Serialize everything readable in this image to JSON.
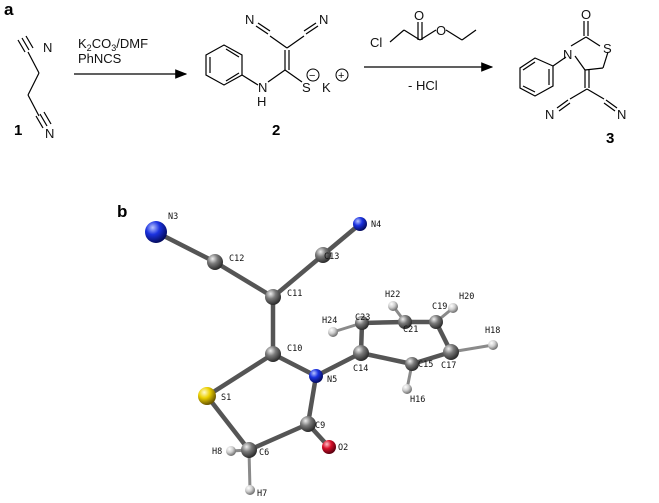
{
  "panels": {
    "a": "a",
    "b": "b"
  },
  "scheme": {
    "compound1": {
      "number": "1",
      "atoms": {
        "n_top": "N",
        "n_bottom": "N"
      }
    },
    "reagent1": {
      "line1": "K2CO3/DMF",
      "line2": "PhNCS"
    },
    "compound2": {
      "number": "2",
      "atoms": {
        "n_left": "N",
        "n_right": "N",
        "nh": "H",
        "nh_n": "N",
        "s": "S",
        "k": "K"
      },
      "charges": {
        "minus": "−",
        "plus": "+"
      }
    },
    "reagent2": {
      "label": "- HCl",
      "cl": "Cl",
      "o_top": "O",
      "o_ester": "O"
    },
    "compound3": {
      "number": "3",
      "atoms": {
        "o": "O",
        "s": "S",
        "n_ring": "N",
        "n_left": "N",
        "n_right": "N"
      }
    }
  },
  "crystal": {
    "atoms": [
      {
        "id": "N3",
        "label": "N3",
        "element": "N"
      },
      {
        "id": "N4",
        "label": "N4",
        "element": "N"
      },
      {
        "id": "C12",
        "label": "C12",
        "element": "C"
      },
      {
        "id": "C13",
        "label": "C13",
        "element": "C"
      },
      {
        "id": "C11",
        "label": "C11",
        "element": "C"
      },
      {
        "id": "C10",
        "label": "C10",
        "element": "C"
      },
      {
        "id": "N5",
        "label": "N5",
        "element": "N"
      },
      {
        "id": "S1",
        "label": "S1",
        "element": "S"
      },
      {
        "id": "C9",
        "label": "C9",
        "element": "C"
      },
      {
        "id": "O2",
        "label": "O2",
        "element": "O"
      },
      {
        "id": "C6",
        "label": "C6",
        "element": "C"
      },
      {
        "id": "H8",
        "label": "H8",
        "element": "H"
      },
      {
        "id": "H7",
        "label": "H7",
        "element": "H"
      },
      {
        "id": "C14",
        "label": "C14",
        "element": "C"
      },
      {
        "id": "C23",
        "label": "C23",
        "element": "C"
      },
      {
        "id": "C21",
        "label": "C21",
        "element": "C"
      },
      {
        "id": "C19",
        "label": "C19",
        "element": "C"
      },
      {
        "id": "C17",
        "label": "C17",
        "element": "C"
      },
      {
        "id": "C15",
        "label": "C15",
        "element": "C"
      },
      {
        "id": "H24",
        "label": "H24",
        "element": "H"
      },
      {
        "id": "H22",
        "label": "H22",
        "element": "H"
      },
      {
        "id": "H20",
        "label": "H20",
        "element": "H"
      },
      {
        "id": "H18",
        "label": "H18",
        "element": "H"
      },
      {
        "id": "H16",
        "label": "H16",
        "element": "H"
      }
    ],
    "colors": {
      "C": "#707070",
      "N": "#1428d8",
      "O": "#d8102a",
      "S": "#e8c800",
      "H": "#d4d4d4"
    }
  }
}
